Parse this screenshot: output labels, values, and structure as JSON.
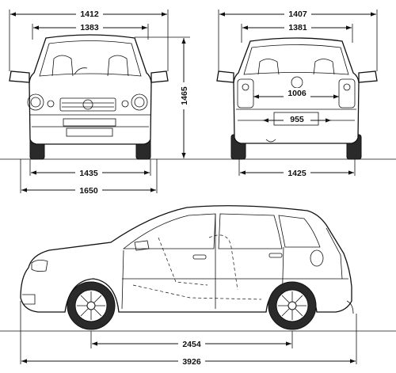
{
  "dimensions": {
    "front_mirror_width": "1412",
    "front_body_width": "1383",
    "front_track": "1435",
    "overall_width": "1650",
    "height": "1465",
    "rear_mirror_width": "1407",
    "rear_body_width": "1381",
    "rear_track": "1425",
    "tailgate_width": "1006",
    "loading_sill_width": "955",
    "wheelbase": "2454",
    "overall_length": "3926"
  },
  "colors": {
    "line": "#111111",
    "background": "#ffffff"
  }
}
